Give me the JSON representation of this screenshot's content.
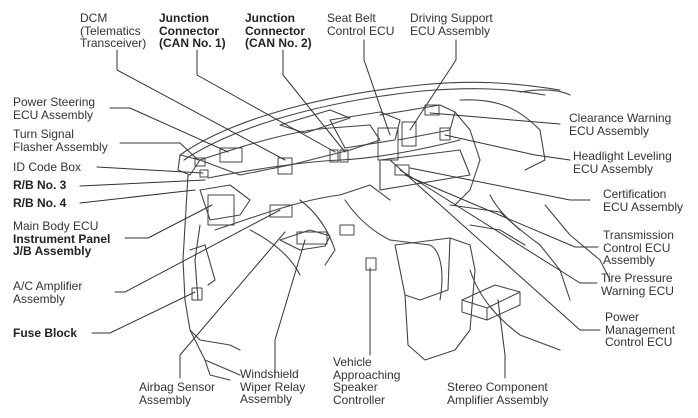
{
  "diagram": {
    "title": "Vehicle interior ECU and junction locations",
    "labels": [
      {
        "id": "dcm",
        "lines": [
          "DCM",
          "(Telematics",
          "Transceiver)"
        ],
        "weight": [
          "normal",
          "normal",
          "normal"
        ]
      },
      {
        "id": "jc1",
        "lines": [
          "Junction",
          "Connector",
          "(CAN No. 1)"
        ],
        "weight": [
          "bold",
          "bold",
          "bold"
        ]
      },
      {
        "id": "jc2",
        "lines": [
          "Junction",
          "Connector",
          "(CAN No. 2)"
        ],
        "weight": [
          "bold",
          "bold",
          "bold"
        ]
      },
      {
        "id": "seatbelt",
        "lines": [
          "Seat Belt",
          "Control ECU"
        ],
        "weight": [
          "normal",
          "normal"
        ]
      },
      {
        "id": "drivesup",
        "lines": [
          "Driving Support",
          "ECU Assembly"
        ],
        "weight": [
          "normal",
          "normal"
        ]
      },
      {
        "id": "powersteer",
        "lines": [
          "Power Steering",
          "ECU Assembly"
        ],
        "weight": [
          "normal",
          "normal"
        ]
      },
      {
        "id": "turnsig",
        "lines": [
          "Turn Signal",
          "Flasher Assembly"
        ],
        "weight": [
          "normal",
          "normal"
        ]
      },
      {
        "id": "idcode",
        "lines": [
          "ID Code Box"
        ],
        "weight": [
          "normal"
        ]
      },
      {
        "id": "rb3",
        "lines": [
          "R/B No. 3"
        ],
        "weight": [
          "bold"
        ]
      },
      {
        "id": "rb4",
        "lines": [
          "R/B No. 4"
        ],
        "weight": [
          "bold"
        ]
      },
      {
        "id": "mainbody",
        "lines": [
          "Main Body ECU",
          "Instrument Panel",
          "J/B Assembly"
        ],
        "weight": [
          "normal",
          "bold",
          "bold"
        ]
      },
      {
        "id": "acamp",
        "lines": [
          "A/C Amplifier",
          "Assembly"
        ],
        "weight": [
          "normal",
          "normal"
        ]
      },
      {
        "id": "fuse",
        "lines": [
          "Fuse Block"
        ],
        "weight": [
          "bold"
        ]
      },
      {
        "id": "airbag",
        "lines": [
          "Airbag Sensor",
          "Assembly"
        ],
        "weight": [
          "normal",
          "normal"
        ]
      },
      {
        "id": "wiper",
        "lines": [
          "Windshield",
          "Wiper Relay",
          "Assembly"
        ],
        "weight": [
          "normal",
          "normal",
          "normal"
        ]
      },
      {
        "id": "vasc",
        "lines": [
          "Vehicle",
          "Approaching",
          "Speaker",
          "Controller"
        ],
        "weight": [
          "normal",
          "normal",
          "normal",
          "normal"
        ]
      },
      {
        "id": "stereo",
        "lines": [
          "Stereo Component",
          "Amplifier Assembly"
        ],
        "weight": [
          "normal",
          "normal"
        ]
      },
      {
        "id": "clearance",
        "lines": [
          "Clearance Warning",
          "ECU Assembly"
        ],
        "weight": [
          "normal",
          "normal"
        ]
      },
      {
        "id": "headlight",
        "lines": [
          "Headlight Leveling",
          "ECU Assembly"
        ],
        "weight": [
          "normal",
          "normal"
        ]
      },
      {
        "id": "cert",
        "lines": [
          "Certification",
          "ECU Assembly"
        ],
        "weight": [
          "normal",
          "normal"
        ]
      },
      {
        "id": "trans",
        "lines": [
          "Transmission",
          "Control ECU",
          "Assembly"
        ],
        "weight": [
          "normal",
          "normal",
          "normal"
        ]
      },
      {
        "id": "tire",
        "lines": [
          "Tire Pressure",
          "Warning ECU"
        ],
        "weight": [
          "normal",
          "normal"
        ]
      },
      {
        "id": "power",
        "lines": [
          "Power",
          "Management",
          "Control ECU"
        ],
        "weight": [
          "normal",
          "normal",
          "normal"
        ]
      }
    ]
  }
}
